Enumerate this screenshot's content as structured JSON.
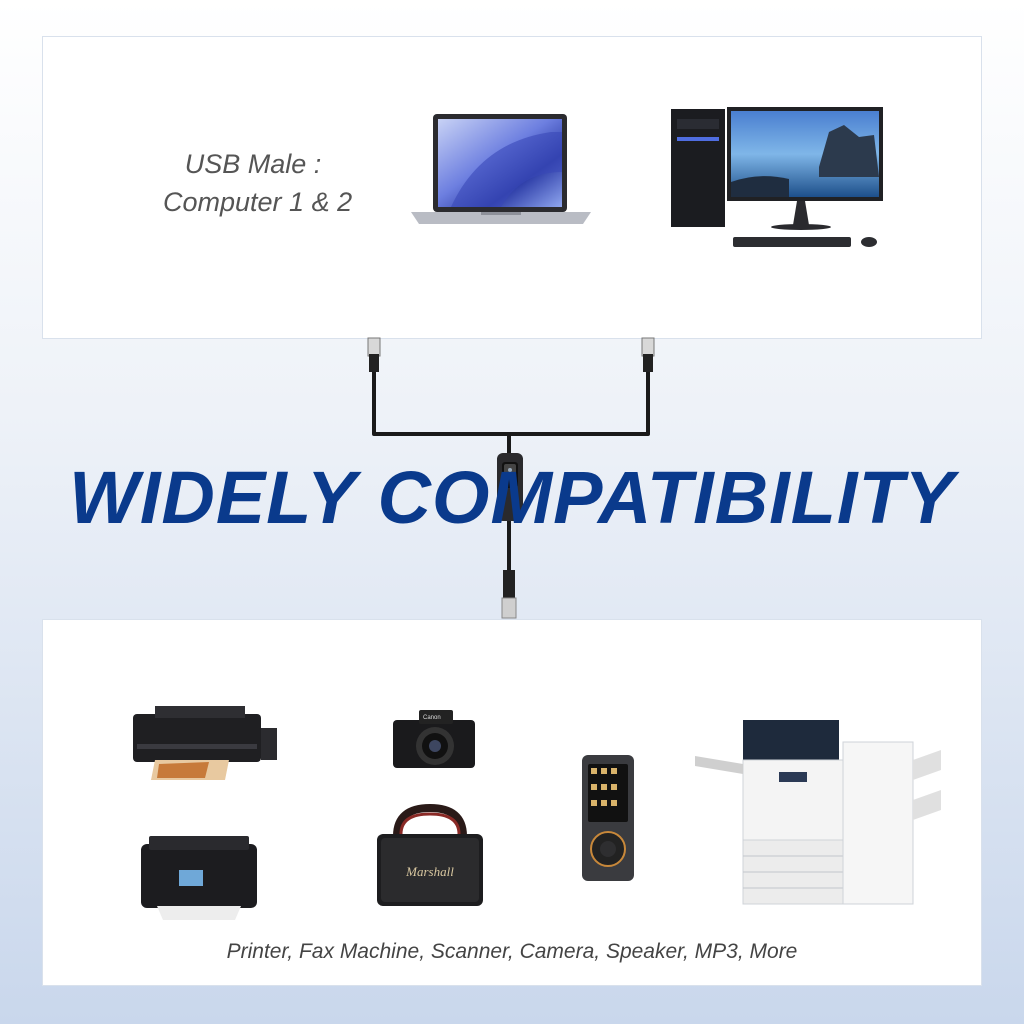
{
  "top_panel": {
    "label_line1": "USB Male :",
    "label_line2": "Computer 1 & 2"
  },
  "headline": "WIDELY COMPATIBILITY",
  "bottom_panel": {
    "caption": "Printer, Fax Machine, Scanner, Camera, Speaker, MP3, More",
    "speaker_brand": "Marshall",
    "camera_brand": "Canon"
  },
  "colors": {
    "headline": "#0a3a8c",
    "cable": "#1a1a1a",
    "panel_bg": "#ffffff"
  },
  "icons": [
    "laptop-icon",
    "desktop-pc-icon",
    "usb-cable-icon",
    "switch-icon",
    "printer-icon",
    "camera-icon",
    "mp3-player-icon",
    "copier-icon",
    "speaker-icon",
    "inkjet-printer-icon"
  ]
}
